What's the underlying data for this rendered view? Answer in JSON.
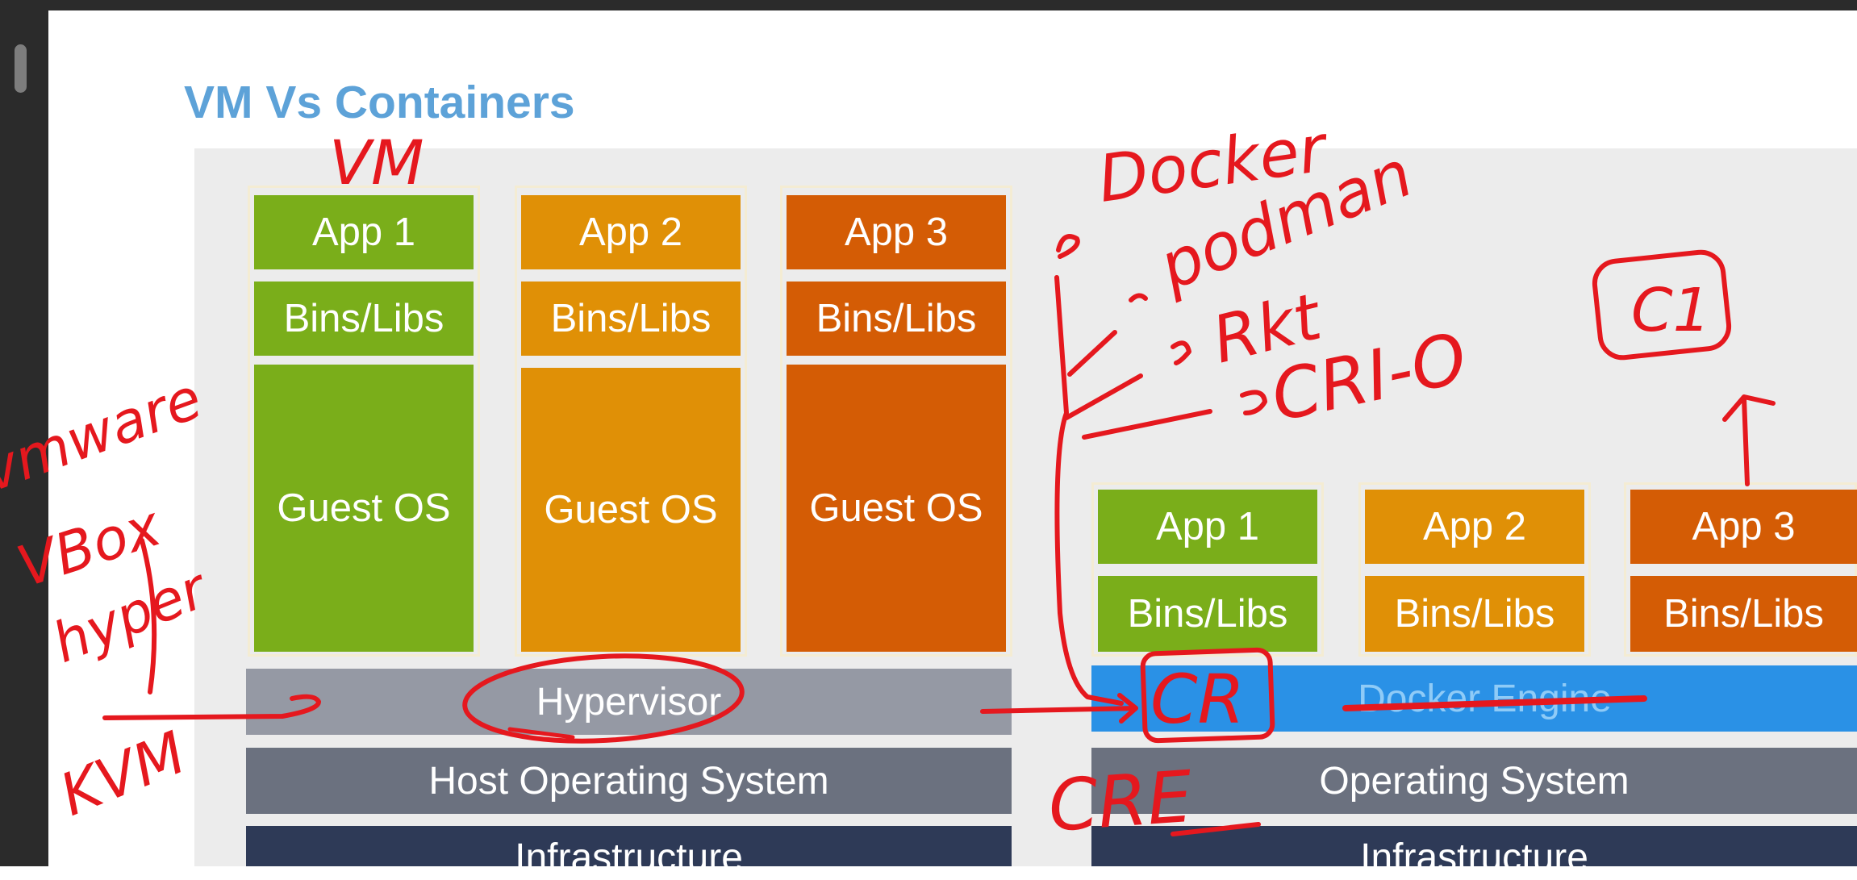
{
  "slide": {
    "title": "VM Vs Containers"
  },
  "vm_side": {
    "apps": [
      {
        "app": "App 1",
        "libs": "Bins/Libs",
        "os": "Guest OS",
        "color": "#7aae1a"
      },
      {
        "app": "App 2",
        "libs": "Bins/Libs",
        "os": "Guest OS",
        "color": "#e09006"
      },
      {
        "app": "App 3",
        "libs": "Bins/Libs",
        "os": "Guest OS",
        "color": "#d45c05"
      }
    ],
    "hypervisor": "Hypervisor",
    "host_os": "Host Operating System",
    "infrastructure": "Infrastructure"
  },
  "container_side": {
    "apps": [
      {
        "app": "App 1",
        "libs": "Bins/Libs",
        "color": "#7aae1a"
      },
      {
        "app": "App 2",
        "libs": "Bins/Libs",
        "color": "#e09006"
      },
      {
        "app": "App 3",
        "libs": "Bins/Libs",
        "color": "#d45c05"
      }
    ],
    "engine": "Docker Engine",
    "os": "Operating System",
    "infrastructure": "Infrastructure"
  },
  "annotations": {
    "vm": "VM",
    "vmware": "vmware",
    "vbox": "VBox",
    "hyper": "hyper",
    "kvm": "KVM",
    "docker": "Docker",
    "podman": "podman",
    "rkt": "Rkt",
    "crio": "CRI-O",
    "c1": "C1",
    "cr": "CR",
    "cre": "CRE"
  },
  "colors": {
    "title": "#5da2d8",
    "ink": "#e5181e",
    "engine": "#2a91e6",
    "hypervisor": "#9599a4",
    "host_os": "#6b717f",
    "infrastructure": "#2e3a57"
  }
}
